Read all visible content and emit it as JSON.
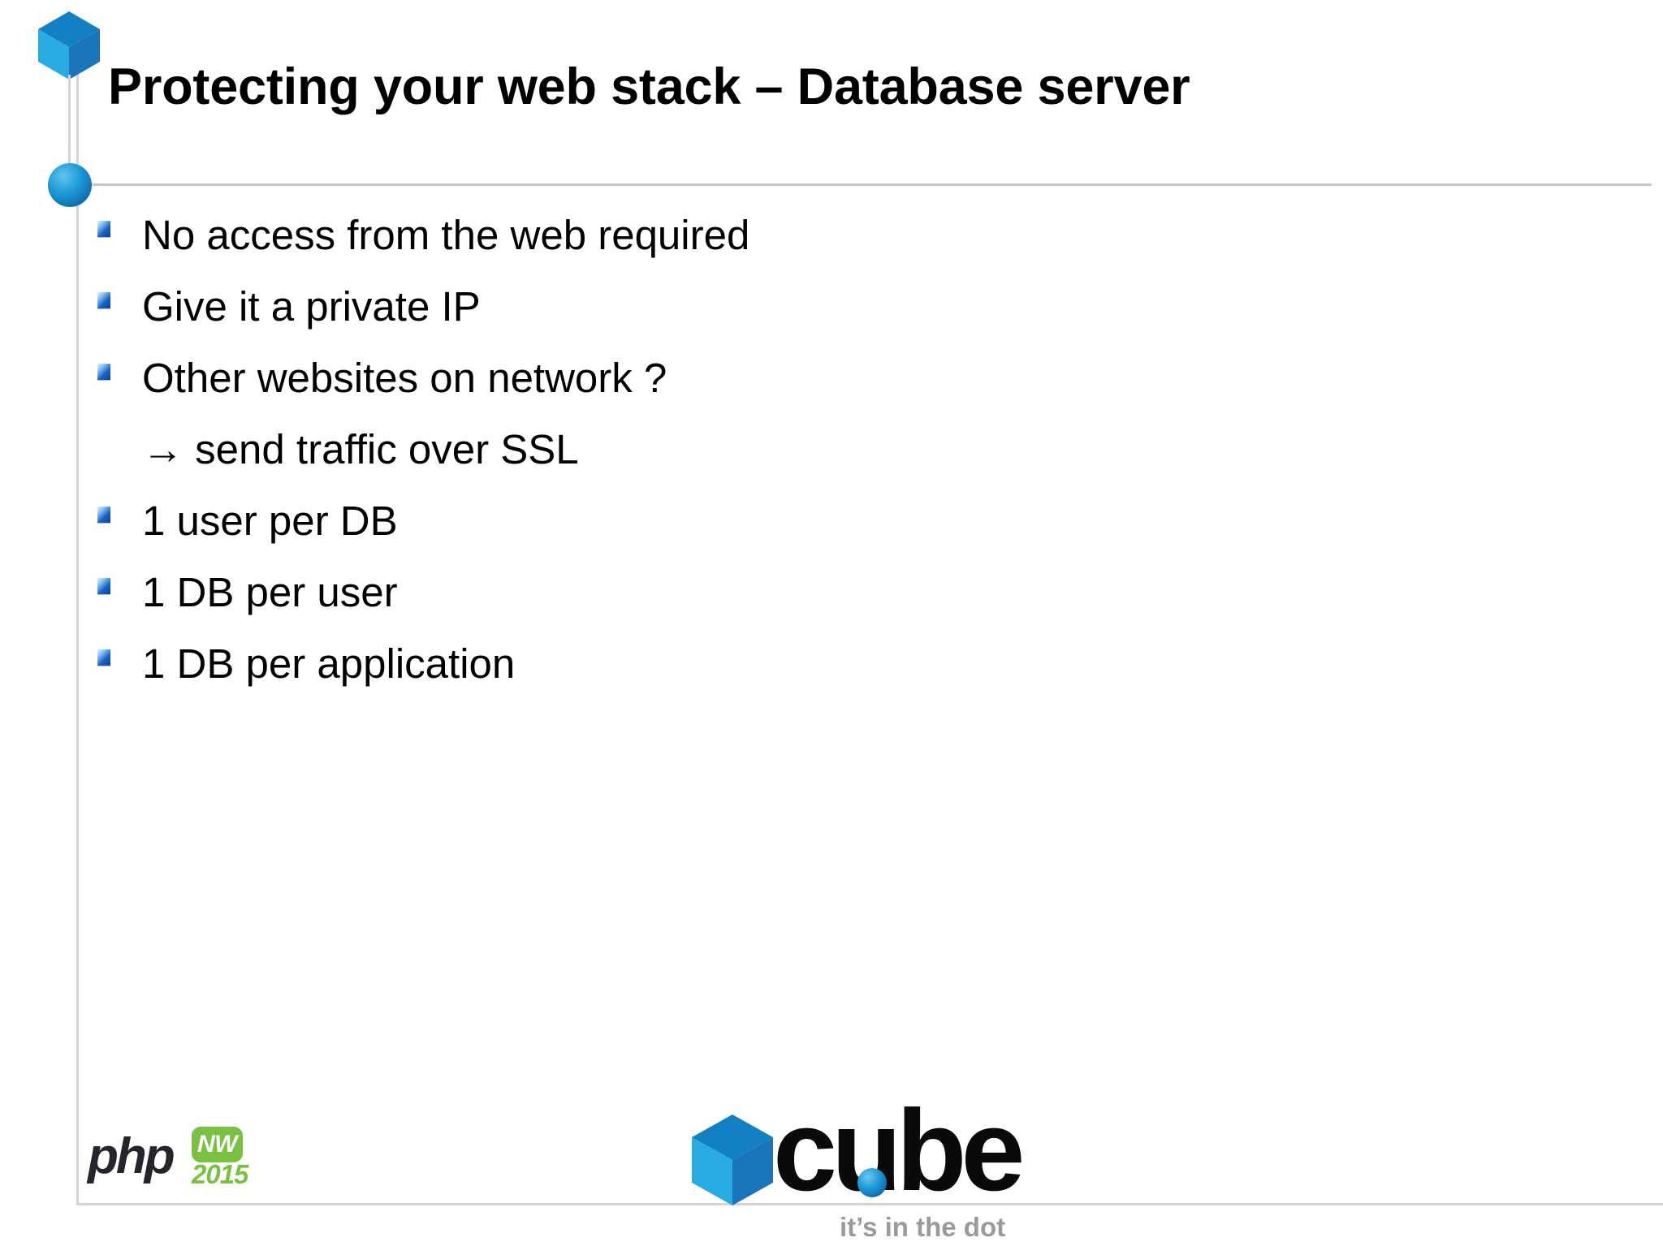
{
  "slide": {
    "title": "Protecting your web stack – Database server",
    "background_color": "#ffffff",
    "accent_color": "#1b75bb",
    "divider_color": "#c8c8cc"
  },
  "bullets": [
    {
      "marker": "square-bullet",
      "text": "No access from the web required"
    },
    {
      "marker": "square-bullet",
      "text": "Give it a private IP"
    },
    {
      "marker": "square-bullet",
      "text": "Other websites on network ?"
    },
    {
      "marker": "none",
      "text": "→ send traffic over SSL"
    },
    {
      "marker": "square-bullet",
      "text": "1 user per DB"
    },
    {
      "marker": "square-bullet",
      "text": "1 DB per user"
    },
    {
      "marker": "square-bullet",
      "text": "1 DB per application"
    }
  ],
  "footer": {
    "phpnw_logo": {
      "word": "php",
      "badge": "NW",
      "year": "2015",
      "badge_color": "#7ac143",
      "word_color": "#25262b"
    },
    "cube_logo": {
      "word": "cube",
      "tagline": "it’s in the dot",
      "word_color": "#0a0a0a",
      "tagline_color": "#9a9a9a",
      "dot_color": "#1f9cd8"
    }
  },
  "decor": {
    "cube_top_face": "#1380c4",
    "cube_left_face": "#29abe2",
    "cube_right_face": "#1b75bb",
    "sphere_color": "#1f9cd8"
  }
}
